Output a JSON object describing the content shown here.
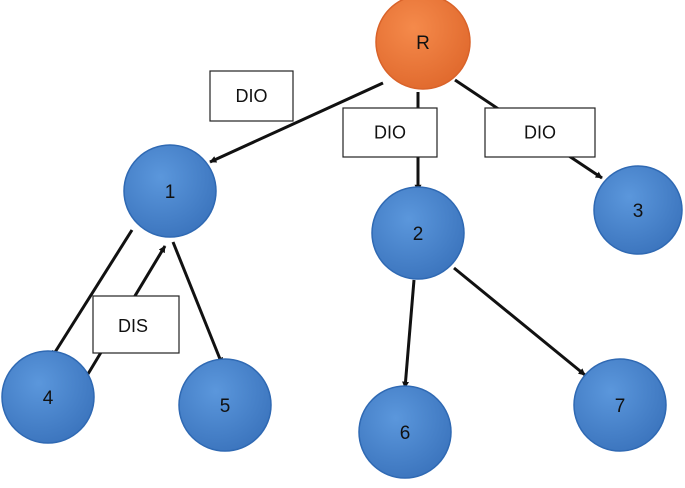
{
  "colors": {
    "root_fill": "#f07c3c",
    "root_fill_dark": "#d9632a",
    "node_fill": "#4a86cf",
    "node_fill_dark": "#2f69b3",
    "edge": "#111111",
    "box_stroke": "#222222",
    "box_fill": "#ffffff"
  },
  "nodes": [
    {
      "id": "R",
      "label": "R",
      "kind": "root"
    },
    {
      "id": "1",
      "label": "1",
      "kind": "node"
    },
    {
      "id": "2",
      "label": "2",
      "kind": "node"
    },
    {
      "id": "3",
      "label": "3",
      "kind": "node"
    },
    {
      "id": "4",
      "label": "4",
      "kind": "node"
    },
    {
      "id": "5",
      "label": "5",
      "kind": "node"
    },
    {
      "id": "6",
      "label": "6",
      "kind": "node"
    },
    {
      "id": "7",
      "label": "7",
      "kind": "node"
    }
  ],
  "edges": [
    {
      "from": "R",
      "to": "1"
    },
    {
      "from": "R",
      "to": "2"
    },
    {
      "from": "R",
      "to": "3"
    },
    {
      "from": "1",
      "to": "4"
    },
    {
      "from": "4",
      "to": "1"
    },
    {
      "from": "1",
      "to": "5"
    },
    {
      "from": "2",
      "to": "6"
    },
    {
      "from": "2",
      "to": "7"
    }
  ],
  "edge_labels": [
    {
      "text": "DIO",
      "edge": "R-1"
    },
    {
      "text": "DIO",
      "edge": "R-2"
    },
    {
      "text": "DIO",
      "edge": "R-3"
    },
    {
      "text": "DIS",
      "edge": "4-1"
    }
  ]
}
